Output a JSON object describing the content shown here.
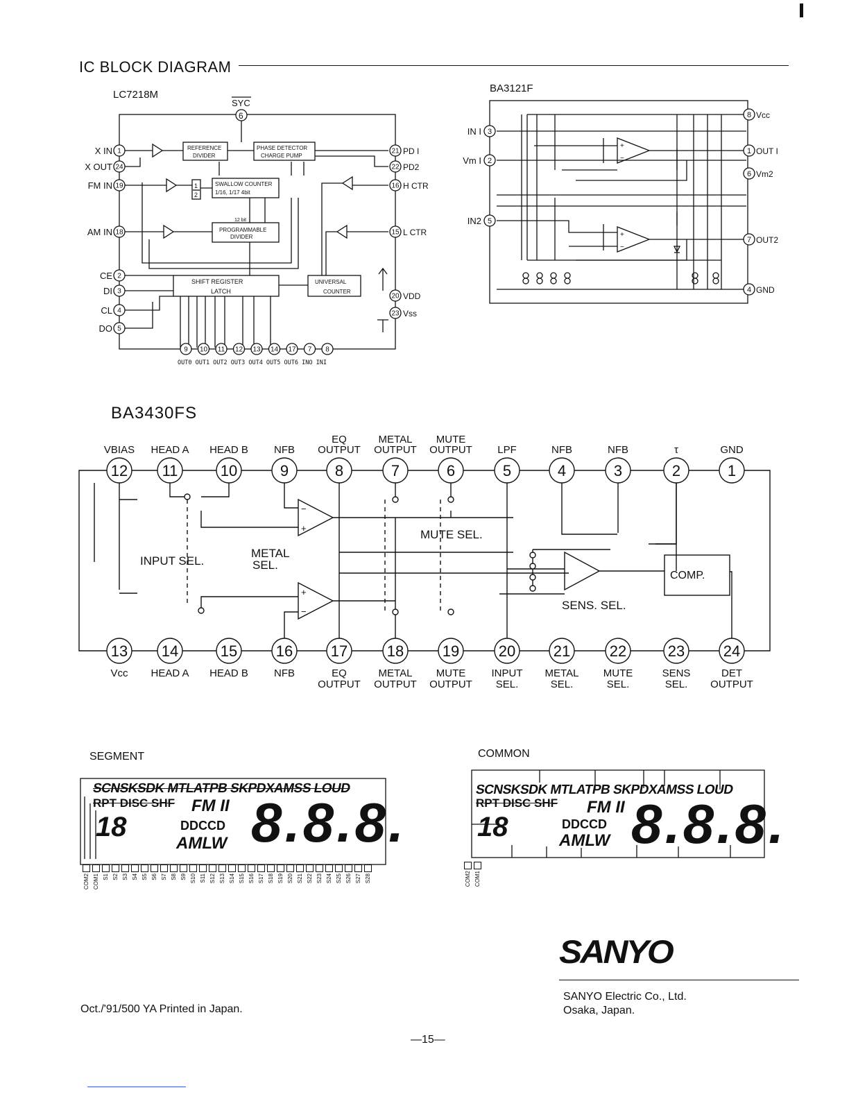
{
  "section_title": "IC BLOCK DIAGRAM",
  "lc7218m": {
    "chip_name": "LC7218M",
    "top_pin": {
      "num": "6",
      "label": "SYC"
    },
    "blocks": {
      "ref_divider": [
        "REFERENCE",
        "DIVIDER"
      ],
      "phase_detector": [
        "PHASE DETECTOR",
        "CHARGE PUMP"
      ],
      "prescaler": [
        "1",
        "2"
      ],
      "swallow_counter": [
        "SWALLOW COUNTER",
        "1/16, 1/17   4bit"
      ],
      "programmable_divider": [
        "12 bit",
        "PROGRAMMABLE",
        "DIVIDER"
      ],
      "shift_register": [
        "SHIFT    REGISTER",
        "LATCH"
      ],
      "universal_counter": [
        "UNIVERSAL",
        "COUNTER"
      ]
    },
    "left_pins": [
      {
        "num": "1",
        "label": "X IN"
      },
      {
        "num": "24",
        "label": "X OUT"
      },
      {
        "num": "19",
        "label": "FM IN"
      },
      {
        "num": "18",
        "label": "AM IN"
      },
      {
        "num": "2",
        "label": "CE"
      },
      {
        "num": "3",
        "label": "DI"
      },
      {
        "num": "4",
        "label": "CL"
      },
      {
        "num": "5",
        "label": "DO"
      }
    ],
    "right_pins": [
      {
        "num": "21",
        "label": "PD I"
      },
      {
        "num": "22",
        "label": "PD2"
      },
      {
        "num": "16",
        "label": "H CTR"
      },
      {
        "num": "15",
        "label": "L CTR"
      },
      {
        "num": "20",
        "label": "VDD"
      },
      {
        "num": "23",
        "label": "Vss"
      }
    ],
    "bottom_pins": [
      "9",
      "10",
      "11",
      "12",
      "13",
      "14",
      "17",
      "7",
      "8"
    ],
    "bottom_labels": "OUT0 OUT1 OUT2 OUT3 OUT4 OUT5 OUT6  INO  INI"
  },
  "ba3121f": {
    "chip_name": "BA3121F",
    "left_pins": [
      {
        "num": "3",
        "label": "IN I"
      },
      {
        "num": "2",
        "label": "Vm I"
      },
      {
        "num": "5",
        "label": "IN2"
      }
    ],
    "right_pins": [
      {
        "num": "8",
        "label": "Vcc"
      },
      {
        "num": "1",
        "label": "OUT I"
      },
      {
        "num": "6",
        "label": "Vm2"
      },
      {
        "num": "7",
        "label": "OUT2"
      },
      {
        "num": "4",
        "label": "GND"
      }
    ]
  },
  "ba3430fs": {
    "chip_name": "BA3430FS",
    "top_pins": [
      {
        "num": "12",
        "label": [
          "VBIAS"
        ]
      },
      {
        "num": "11",
        "label": [
          "HEAD A"
        ]
      },
      {
        "num": "10",
        "label": [
          "HEAD B"
        ]
      },
      {
        "num": "9",
        "label": [
          "NFB"
        ]
      },
      {
        "num": "8",
        "label": [
          "EQ",
          "OUTPUT"
        ]
      },
      {
        "num": "7",
        "label": [
          "METAL",
          "OUTPUT"
        ]
      },
      {
        "num": "6",
        "label": [
          "MUTE",
          "OUTPUT"
        ]
      },
      {
        "num": "5",
        "label": [
          "LPF"
        ]
      },
      {
        "num": "4",
        "label": [
          "NFB"
        ]
      },
      {
        "num": "3",
        "label": [
          "NFB"
        ]
      },
      {
        "num": "2",
        "label": [
          "τ"
        ]
      },
      {
        "num": "1",
        "label": [
          "GND"
        ]
      }
    ],
    "bottom_pins": [
      {
        "num": "13",
        "label": [
          "Vcc"
        ]
      },
      {
        "num": "14",
        "label": [
          "HEAD A"
        ]
      },
      {
        "num": "15",
        "label": [
          "HEAD B"
        ]
      },
      {
        "num": "16",
        "label": [
          "NFB"
        ]
      },
      {
        "num": "17",
        "label": [
          "EQ",
          "OUTPUT"
        ]
      },
      {
        "num": "18",
        "label": [
          "METAL",
          "OUTPUT"
        ]
      },
      {
        "num": "19",
        "label": [
          "MUTE",
          "OUTPUT"
        ]
      },
      {
        "num": "20",
        "label": [
          "INPUT",
          "SEL."
        ]
      },
      {
        "num": "21",
        "label": [
          "METAL",
          "SEL."
        ]
      },
      {
        "num": "22",
        "label": [
          "MUTE",
          "SEL."
        ]
      },
      {
        "num": "23",
        "label": [
          "SENS",
          "SEL."
        ]
      },
      {
        "num": "24",
        "label": [
          "DET",
          "OUTPUT"
        ]
      }
    ],
    "internal_labels": {
      "input_sel": "INPUT SEL.",
      "metal_sel": [
        "METAL",
        "SEL."
      ],
      "mute_sel": "MUTE SEL.",
      "sens_sel": "SENS. SEL.",
      "comp": "COMP."
    }
  },
  "lcd": {
    "segment_title": "SEGMENT",
    "common_title": "COMMON",
    "row1": "SCNSKSDK MTLATPB SKPDXAMSS LOUD",
    "row2": "RPT DISC SHF",
    "band": "FM II",
    "amlw": "AMLW",
    "tape_symbols": "DDCCD",
    "digits": "8.8.8.",
    "small_digit": "18",
    "segment_pins": [
      "COM2",
      "COM1",
      "S1",
      "S2",
      "S3",
      "S4",
      "S5",
      "S6",
      "S7",
      "S8",
      "S9",
      "S10",
      "S11",
      "S12",
      "S13",
      "S14",
      "S15",
      "S16",
      "S17",
      "S18",
      "S19",
      "S20",
      "S21",
      "S22",
      "S23",
      "S24",
      "S25",
      "S26",
      "S27",
      "S28"
    ],
    "common_pins": [
      "COM2",
      "COM1"
    ]
  },
  "footer": {
    "logo": "SANYO",
    "company": "SANYO Electric Co., Ltd.",
    "city": "Osaka, Japan.",
    "print_info": "Oct./'91/500 YA   Printed in Japan.",
    "page_number": "—15—"
  }
}
